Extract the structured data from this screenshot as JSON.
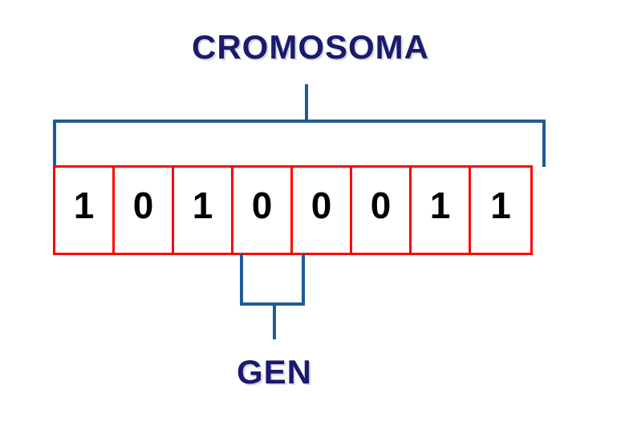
{
  "diagram": {
    "title": "CROMOSOMA",
    "gene_label": "GEN",
    "highlighted_gene_index": 3,
    "colors": {
      "label_text": "#1a1a6e",
      "label_shadow": "#d8d8e2",
      "connector_blue": "#1d5c96",
      "cell_border_red": "#ff0000",
      "allele_text": "#000000",
      "background": "#ffffff"
    },
    "chromosome": {
      "length": 8,
      "alleles": [
        "1",
        "0",
        "1",
        "0",
        "0",
        "0",
        "1",
        "1"
      ],
      "binary_string": "10100011"
    }
  }
}
